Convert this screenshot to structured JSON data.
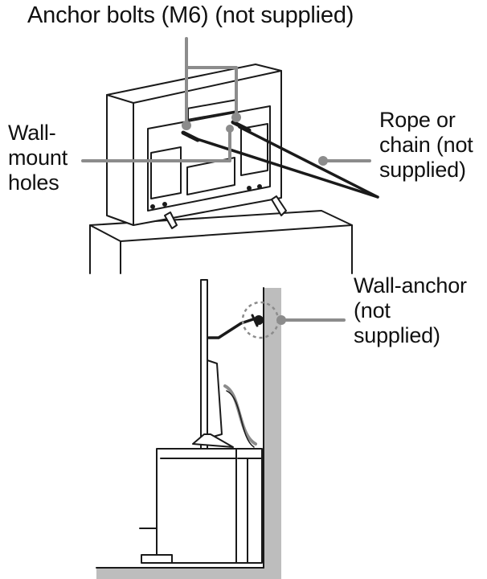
{
  "labels": {
    "anchor_bolts": "Anchor bolts (M6) (not supplied)",
    "wall_mount_holes": "Wall-\nmount\nholes",
    "rope_or_chain": "Rope or\nchain (not\nsupplied)",
    "wall_anchor": "Wall-anchor\n(not\nsupplied)"
  },
  "colors": {
    "line": "#1a1a1a",
    "callout": "#8c8c8c",
    "wall_fill": "#bdbdbd",
    "background": "#ffffff"
  },
  "icons": {
    "top_view": "tv-rear-view-illustration",
    "side_view": "tv-side-view-illustration"
  }
}
